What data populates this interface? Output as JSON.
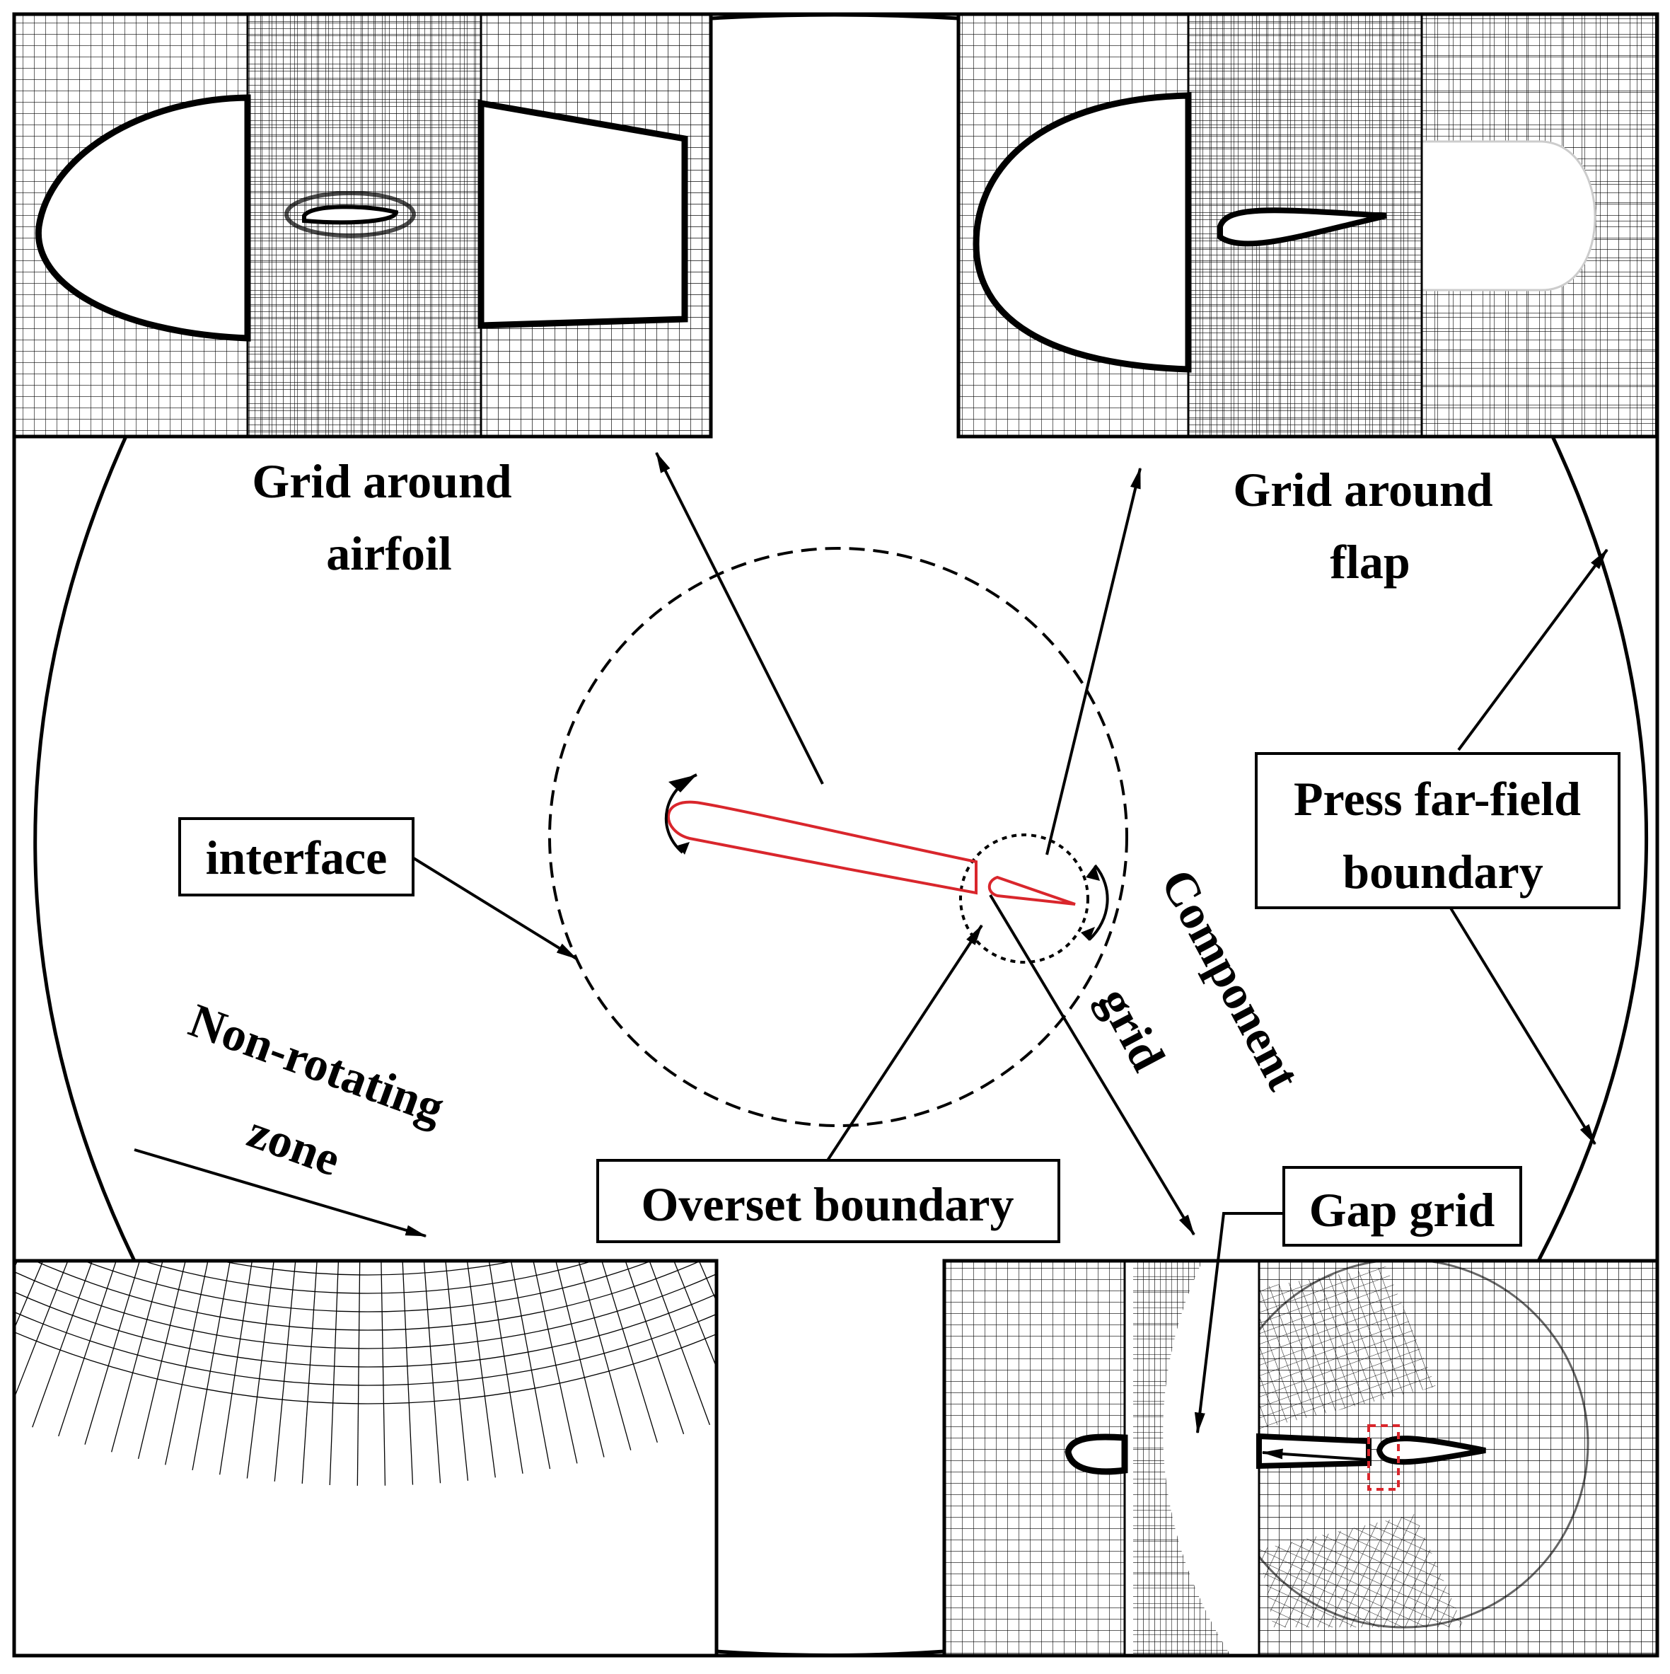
{
  "labels": {
    "grid_airfoil": [
      "Grid around",
      "airfoil"
    ],
    "grid_flap": [
      "Grid around",
      "flap"
    ],
    "interface": "interface",
    "press_far_field": [
      "Press far-field",
      "boundary"
    ],
    "non_rotating": [
      "Non-rotating",
      "zone"
    ],
    "overset": "Overset boundary",
    "component": [
      "Component",
      "grid"
    ],
    "gap": "Gap grid"
  },
  "colors": {
    "ink": "#000000",
    "airfoil_outline": "#d9262c",
    "gap_box": "#d9262c",
    "background": "#ffffff"
  }
}
